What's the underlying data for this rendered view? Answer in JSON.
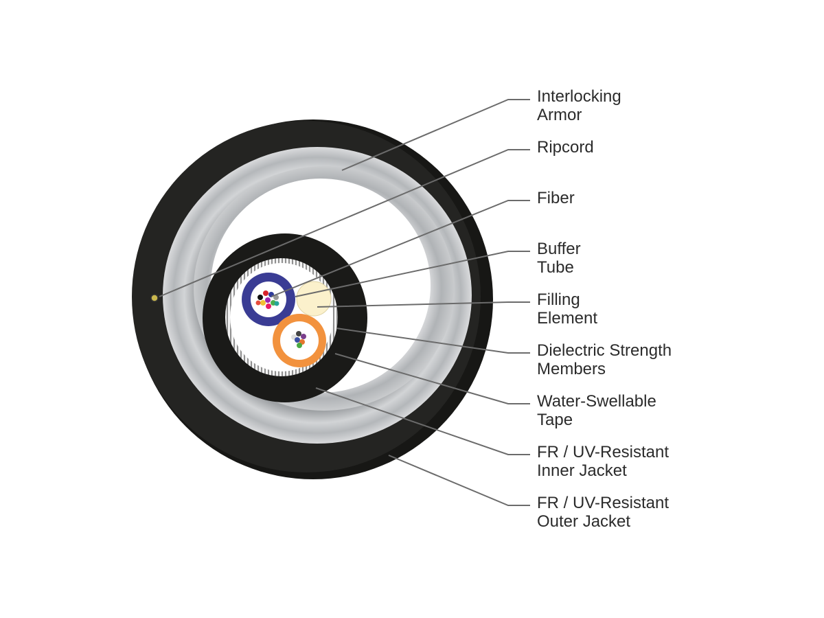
{
  "diagram": {
    "colors": {
      "outer_jacket": "#1c1c1a",
      "armor_gray": "#c7c9cb",
      "inner_jacket": "#1a1a18",
      "buffer_tube_blue": "#3a3c94",
      "buffer_tube_orange": "#f2923e",
      "filling_element": "#fbf1cc",
      "leader_line": "#6b6b6b"
    },
    "labels": [
      {
        "id": "interlocking-armor",
        "lines": [
          "Interlocking",
          "Armor"
        ]
      },
      {
        "id": "ripcord",
        "lines": [
          "Ripcord"
        ]
      },
      {
        "id": "fiber",
        "lines": [
          "Fiber"
        ]
      },
      {
        "id": "buffer-tube",
        "lines": [
          "Buffer",
          "Tube"
        ]
      },
      {
        "id": "filling-element",
        "lines": [
          "Filling",
          "Element"
        ]
      },
      {
        "id": "dielectric-strength-members",
        "lines": [
          "Dielectric Strength",
          "Members"
        ]
      },
      {
        "id": "water-swellable-tape",
        "lines": [
          "Water-Swellable",
          "Tape"
        ]
      },
      {
        "id": "fr-uv-inner-jacket",
        "lines": [
          "FR / UV-Resistant",
          "Inner Jacket"
        ]
      },
      {
        "id": "fr-uv-outer-jacket",
        "lines": [
          "FR / UV-Resistant",
          "Outer Jacket"
        ]
      }
    ]
  }
}
